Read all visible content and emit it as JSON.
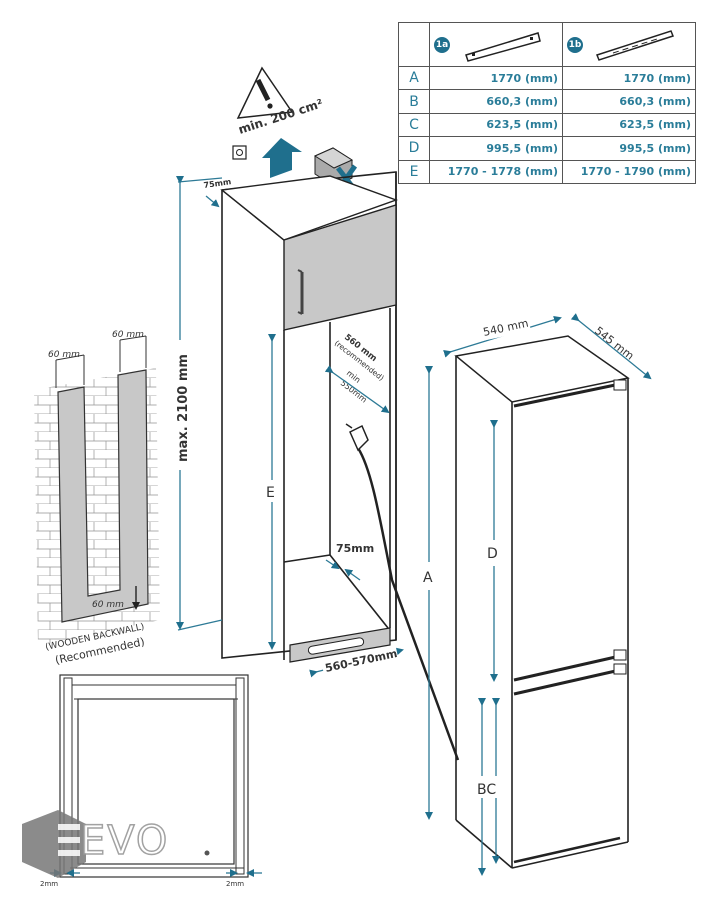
{
  "dimension_table": {
    "columns": [
      {
        "id": "1a",
        "badge": "1a",
        "part_icon": "bracket-rail-1a-icon"
      },
      {
        "id": "1b",
        "badge": "1b",
        "part_icon": "bracket-rail-1b-icon"
      }
    ],
    "rows": [
      {
        "key": "A",
        "v1a": "1770 (mm)",
        "v1b": "1770 (mm)"
      },
      {
        "key": "B",
        "v1a": "660,3 (mm)",
        "v1b": "660,3 (mm)"
      },
      {
        "key": "C",
        "v1a": "623,5 (mm)",
        "v1b": "623,5 (mm)"
      },
      {
        "key": "D",
        "v1a": "995,5 (mm)",
        "v1b": "995,5 (mm)"
      },
      {
        "key": "E",
        "v1a": "1770 - 1778 (mm)",
        "v1b": "1770 - 1790 (mm)"
      }
    ]
  },
  "ventilation": {
    "warning_icon": "warning-triangle-icon",
    "text": "min. 200 cm²"
  },
  "cabinet": {
    "top_gap": "75mm",
    "max_height": "max. 2100 mm",
    "niche_height_label": "E",
    "width_recommended": "560 mm",
    "width_recommended_note": "(recommended)",
    "width_min_label": "min",
    "width_min": "550mm",
    "back_gap": "75mm",
    "niche_width": "560-570mm"
  },
  "backwall": {
    "left_strip": "60 mm",
    "right_strip": "60 mm",
    "bottom_strip": "60 mm",
    "caption_1": "(WOODEN BACKWALL)",
    "caption_2": "(Recommended)"
  },
  "fridge": {
    "width": "540 mm",
    "depth": "545 mm",
    "label_a": "A",
    "label_d": "D",
    "label_bc": "BC"
  },
  "top_view": {
    "gap_left": "2mm",
    "gap_right": "2mm"
  },
  "watermark": {
    "text": "EVO"
  },
  "colors": {
    "accent": "#1f6f8d",
    "table_text": "#2a7d99",
    "panel_gray": "#c8c8c8"
  }
}
